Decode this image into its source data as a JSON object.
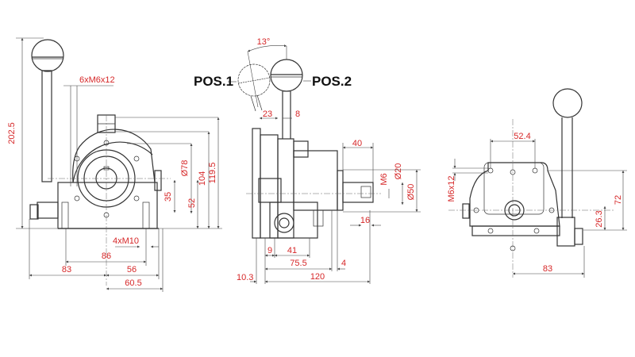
{
  "drawing": {
    "title": "Hydraulic valve lever control - dimensional drawing",
    "colors": {
      "line": "#333333",
      "dimension_text": "#d62728",
      "label_text": "#111111",
      "background": "#ffffff"
    },
    "front_view": {
      "dims": {
        "overall_height": "202.5",
        "mount_holes": "6xM6x12",
        "dia_78": "Ø78",
        "h_104": "104",
        "h_119_5": "119.5",
        "h_35": "35",
        "h_52": "52",
        "base_holes": "4xM10",
        "w_86": "86",
        "w_83": "83",
        "w_56": "56",
        "w_60_5": "60.5"
      }
    },
    "side_view": {
      "angle": "13°",
      "pos1": "POS.1",
      "pos2": "POS.2",
      "dims": {
        "d_23": "23",
        "d_8": "8",
        "d_40": "40",
        "d_m6": "M6",
        "d_20": "Ø20",
        "d_50": "Ø50",
        "d_16": "16",
        "d_9": "9",
        "d_41": "41",
        "d_75_5": "75.5",
        "d_4": "4",
        "d_10_3": "10.3",
        "d_120": "120"
      }
    },
    "rear_view": {
      "dims": {
        "d_52_4": "52.4",
        "d_m6x12": "M6x12",
        "d_72": "72",
        "d_26_3": "26.3",
        "d_83": "83"
      }
    }
  }
}
